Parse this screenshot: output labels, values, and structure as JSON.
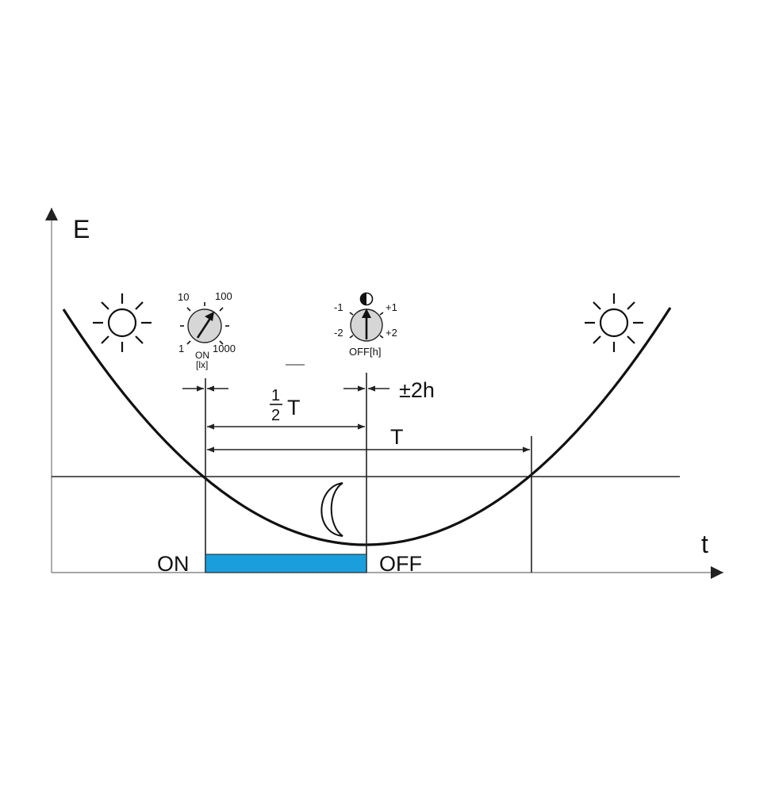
{
  "axes": {
    "y_label": "E",
    "x_label": "t"
  },
  "period_labels": {
    "full": "T",
    "half_numerator": "1",
    "half_denominator": "2",
    "half_symbol": "T",
    "offset": "±2h"
  },
  "bar": {
    "on_label": "ON",
    "off_label": "OFF",
    "color": "#1a9fdc"
  },
  "lux_dial": {
    "marks": [
      "10",
      "100",
      "1",
      "1000"
    ],
    "caption_line1": "ON",
    "caption_line2": "[lx]"
  },
  "off_dial": {
    "marks": [
      "-1",
      "+1",
      "-2",
      "+2"
    ],
    "caption": "OFF[h]",
    "dial_color": "#d6d6d6"
  },
  "icons": {
    "left": "sun-icon",
    "right": "sun-icon",
    "night": "moon-icon"
  }
}
